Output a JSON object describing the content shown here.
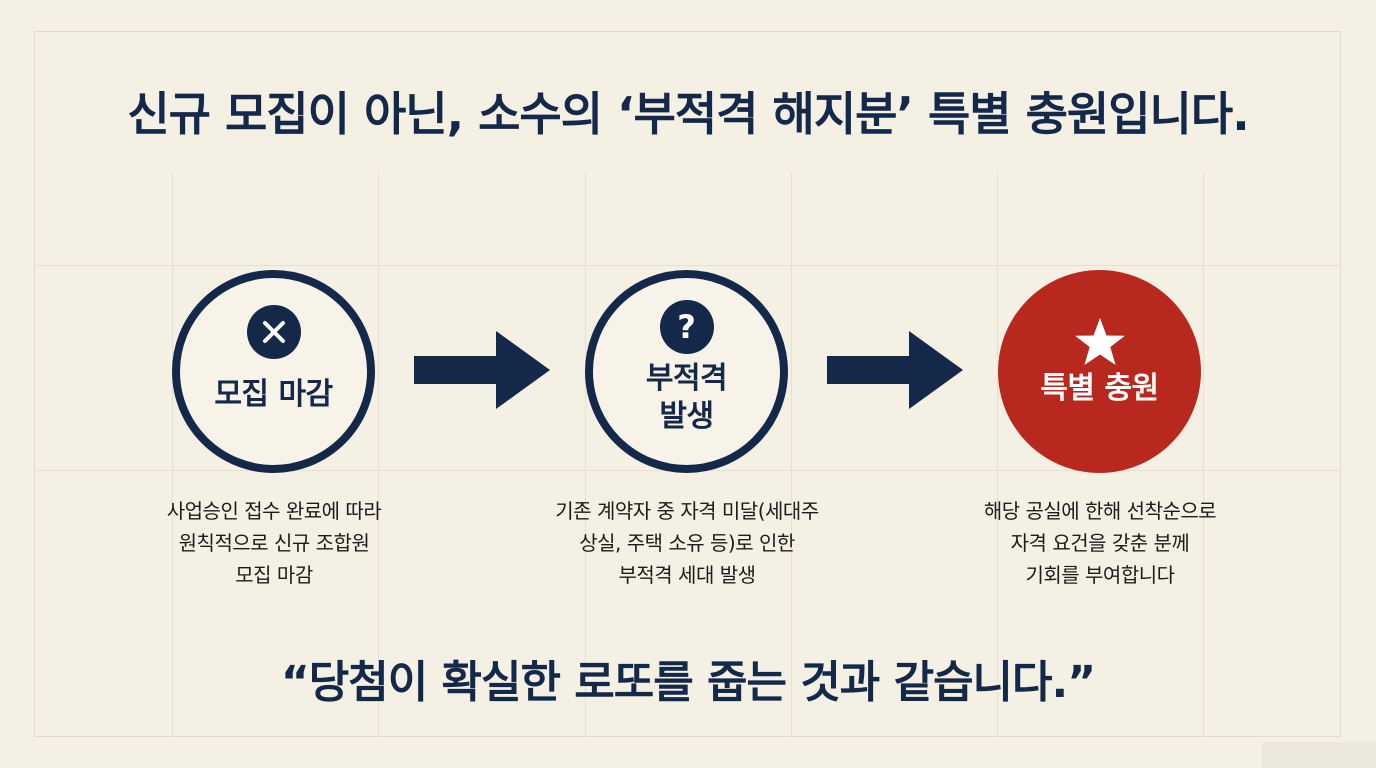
{
  "headline": "신규 모집이 아닌, 소수의 ‘부적격 해지분’ 특별 충원입니다.",
  "steps": [
    {
      "icon": "close-icon",
      "label": "모집 마감",
      "description": [
        "사업승인 접수 완료에 따라",
        "원칙적으로 신규 조합원",
        "모집 마감"
      ]
    },
    {
      "icon": "question-icon",
      "label_lines": [
        "부적격",
        "발생"
      ],
      "description": [
        "기존 계약자 중 자격 미달(세대주",
        "상실, 주택 소유 등)로 인한",
        "부적격 세대 발생"
      ]
    },
    {
      "icon": "star-icon",
      "label": "특별 충원",
      "description": [
        "해당 공실에 한해 선착순으로",
        "자격 요건을 갖춘 분께",
        "기회를 부여합니다"
      ]
    }
  ],
  "quote": "“당첨이 확실한 로또를 줍는 것과 같습니다.”",
  "colors": {
    "navy": "#14284a",
    "red": "#b8281f",
    "background": "#f4f0e4"
  }
}
